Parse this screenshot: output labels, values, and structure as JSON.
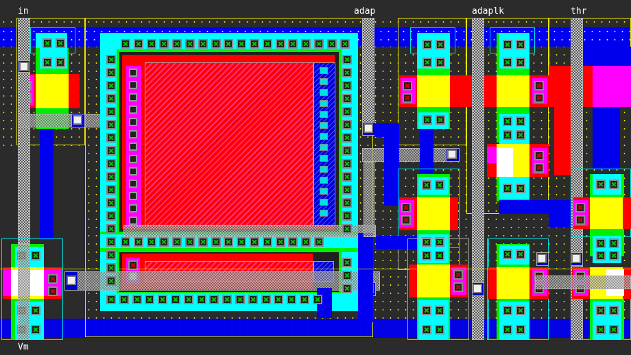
{
  "app": "VLSI layout editor",
  "labels": {
    "in": "in",
    "adap": "adap",
    "adaplk": "adaplk",
    "thr": "thr",
    "vm": "Vm"
  },
  "layers": {
    "metal1": "#0000ee",
    "diffusion": "#00ffff",
    "well": "#00ee00",
    "poly": "#ff0000",
    "transistor_gate": "#ffff00",
    "poly_contact": "#ff00ff",
    "cell_boundary": "#e6e600",
    "select_box": "#00e0e0"
  }
}
